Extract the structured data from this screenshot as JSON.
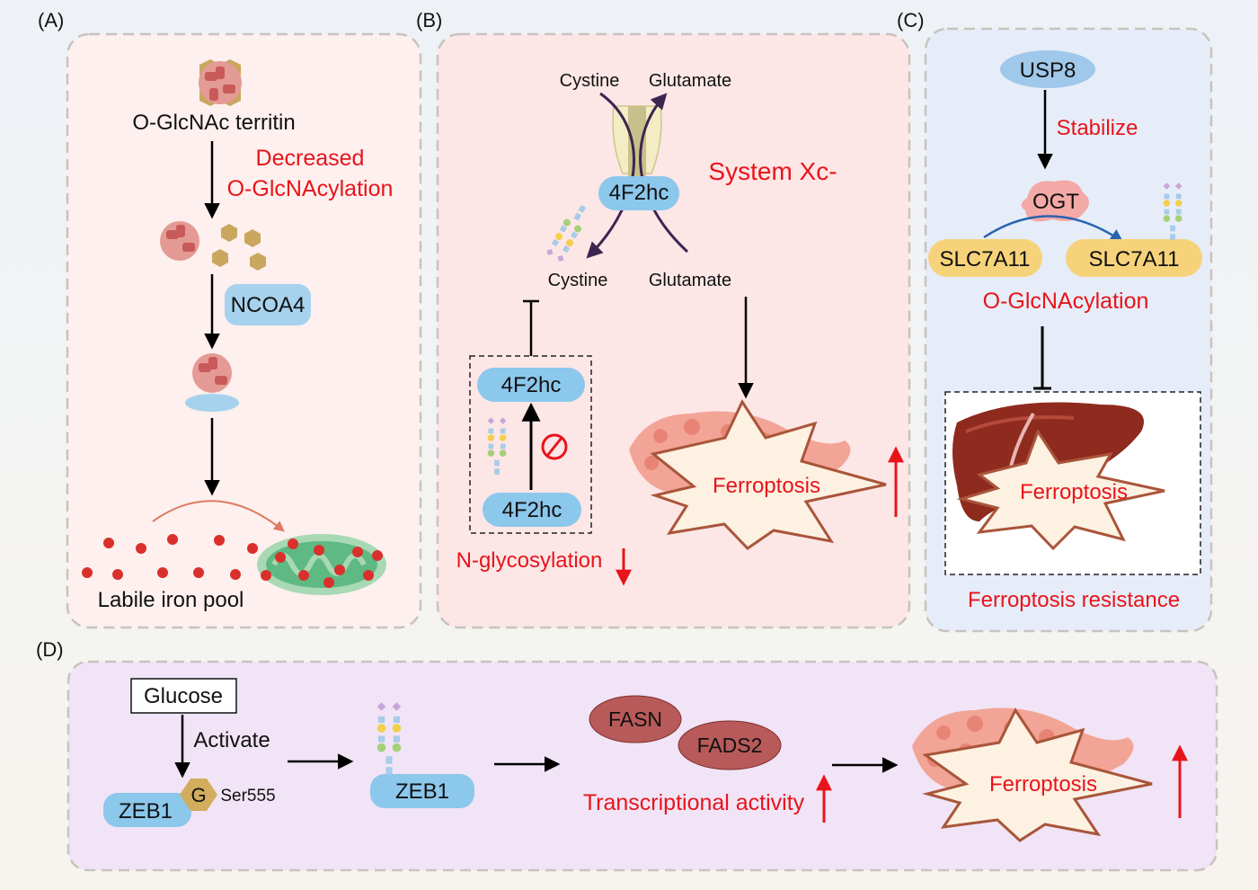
{
  "panels": {
    "a": {
      "tag": "(A)",
      "ferritin_label": "O-GlcNAc territin",
      "decrease_line1": "Decreased",
      "decrease_line2": "O-GlcNAcylation",
      "ncoa4": "NCOA4",
      "pool_label": "Labile iron pool"
    },
    "b": {
      "tag": "(B)",
      "cystine_top": "Cystine",
      "glutamate_top": "Glutamate",
      "transporter": "4F2hc",
      "system": "System Xc-",
      "cystine_bottom": "Cystine",
      "glutamate_bottom": "Glutamate",
      "box_top": "4F2hc",
      "box_bottom": "4F2hc",
      "ferroptosis": "Ferroptosis",
      "nglyco": "N-glycosylation"
    },
    "c": {
      "tag": "(C)",
      "usp8": "USP8",
      "stabilize": "Stabilize",
      "ogt": "OGT",
      "slc_left": "SLC7A11",
      "slc_right": "SLC7A11",
      "oglcnac": "O-GlcNAcylation",
      "ferroptosis": "Ferroptosis",
      "resistance": "Ferroptosis resistance"
    },
    "d": {
      "tag": "(D)",
      "glucose": "Glucose",
      "activate": "Activate",
      "zeb1_left": "ZEB1",
      "g": "G",
      "ser": "Ser555",
      "zeb1_right": "ZEB1",
      "fasn": "FASN",
      "fads2": "FADS2",
      "transcription": "Transcriptional activity",
      "ferroptosis": "Ferroptosis"
    }
  },
  "colors": {
    "red_text": "#e8141b",
    "panel_a_bg": "#fdf0ee",
    "panel_b_bg": "#fde6e6",
    "panel_c_bg": "#e6edf8",
    "panel_d_bg": "#f1e4f6",
    "blue_pill": "#8cc7ec",
    "yellow_pill": "#f6d37a",
    "star_fill": "#fdf1e2",
    "star_stroke": "#a9553a",
    "dark_oval": "#b85a5a"
  },
  "icons": [
    "ferritin-icon",
    "iron-hexagon-icon",
    "mitochondrion-icon",
    "pancreas-icon",
    "liver-icon",
    "glycan-icon",
    "transporter-channel-icon",
    "inhibit-sign-icon"
  ]
}
